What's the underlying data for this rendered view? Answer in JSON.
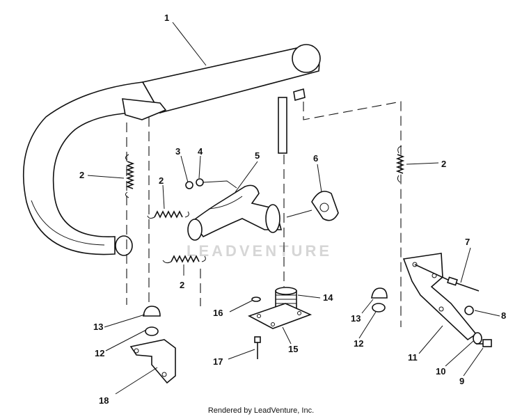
{
  "watermark": "LEADVENTURE",
  "footer": "Rendered by LeadVenture, Inc.",
  "callouts": [
    {
      "label": "1"
    },
    {
      "label": "2"
    },
    {
      "label": "2"
    },
    {
      "label": "2"
    },
    {
      "label": "2"
    },
    {
      "label": "3"
    },
    {
      "label": "4"
    },
    {
      "label": "5"
    },
    {
      "label": "6"
    },
    {
      "label": "7"
    },
    {
      "label": "8"
    },
    {
      "label": "9"
    },
    {
      "label": "10"
    },
    {
      "label": "11"
    },
    {
      "label": "12"
    },
    {
      "label": "12"
    },
    {
      "label": "13"
    },
    {
      "label": "13"
    },
    {
      "label": "14"
    },
    {
      "label": "15"
    },
    {
      "label": "16"
    },
    {
      "label": "17"
    },
    {
      "label": "18"
    }
  ]
}
